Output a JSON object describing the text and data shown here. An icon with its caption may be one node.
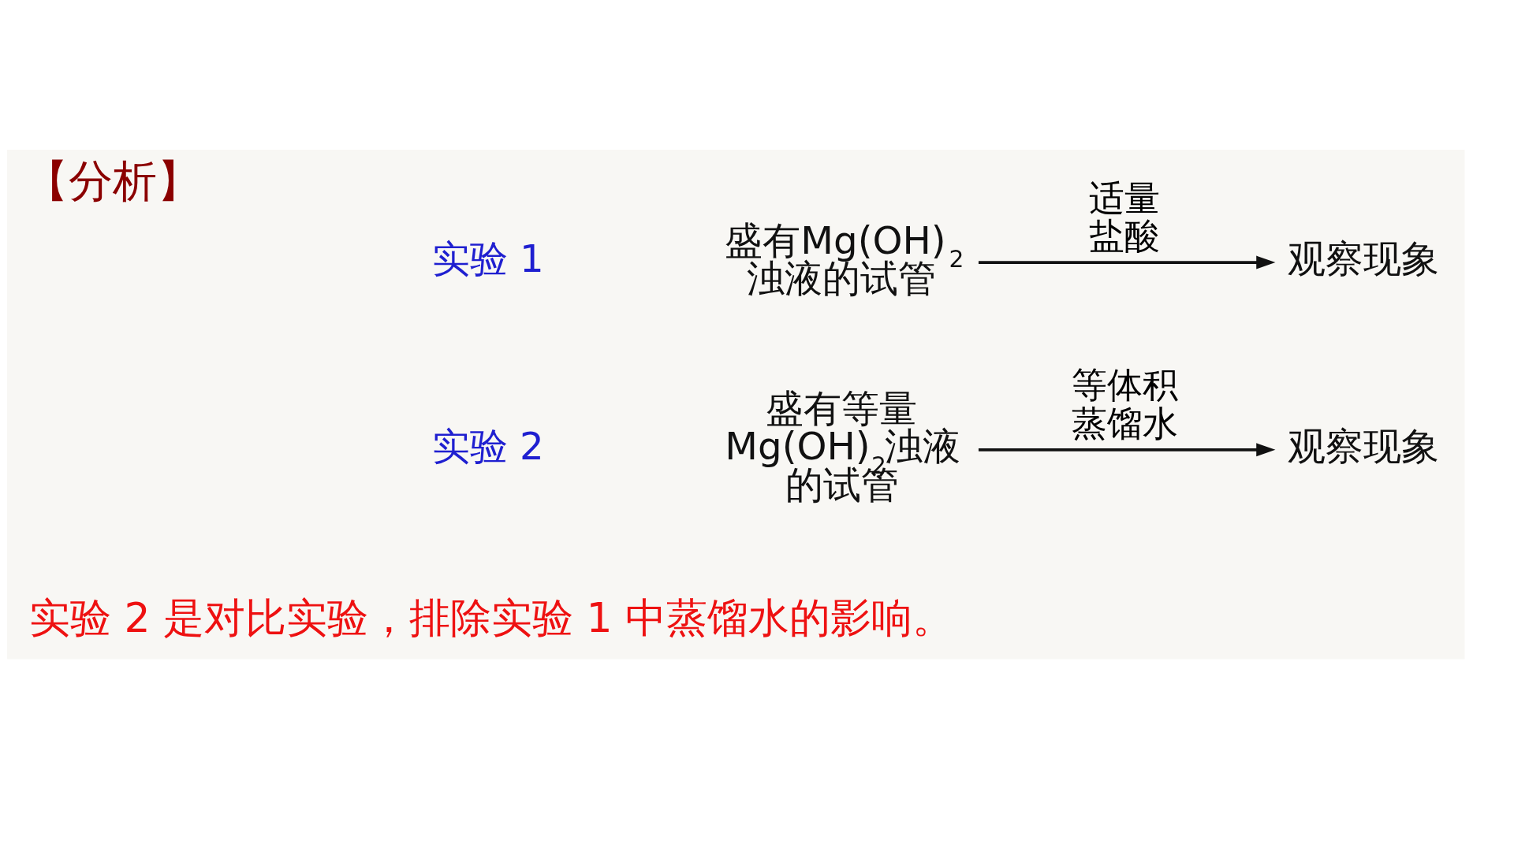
{
  "diagram": {
    "title": "【分析】",
    "nodes": [
      {
        "text": [
          "盛有Mg(OH)$_{2}$浊液的试管"
        ]
      },
      {
        "text": [
          "观察现象"
        ]
      },
      {
        "text": [
          "盛有等量Mg(OH)$_{2}$浊液的试管"
        ]
      },
      {
        "text": [
          "观察现象"
        ]
      }
    ],
    "edges": [
      {
        "from": 0,
        "to": 1,
        "arrow": "to",
        "label": "适量盐酸"
      },
      {
        "from": 2,
        "to": 3,
        "arrow": "to",
        "label": "等体积蒸馏水"
      }
    ],
    "labels": [
      "实验 1",
      "实验 2",
      "实验 2 是对比实验，排除实验 1 中蒸馏水的影响。"
    ]
  }
}
